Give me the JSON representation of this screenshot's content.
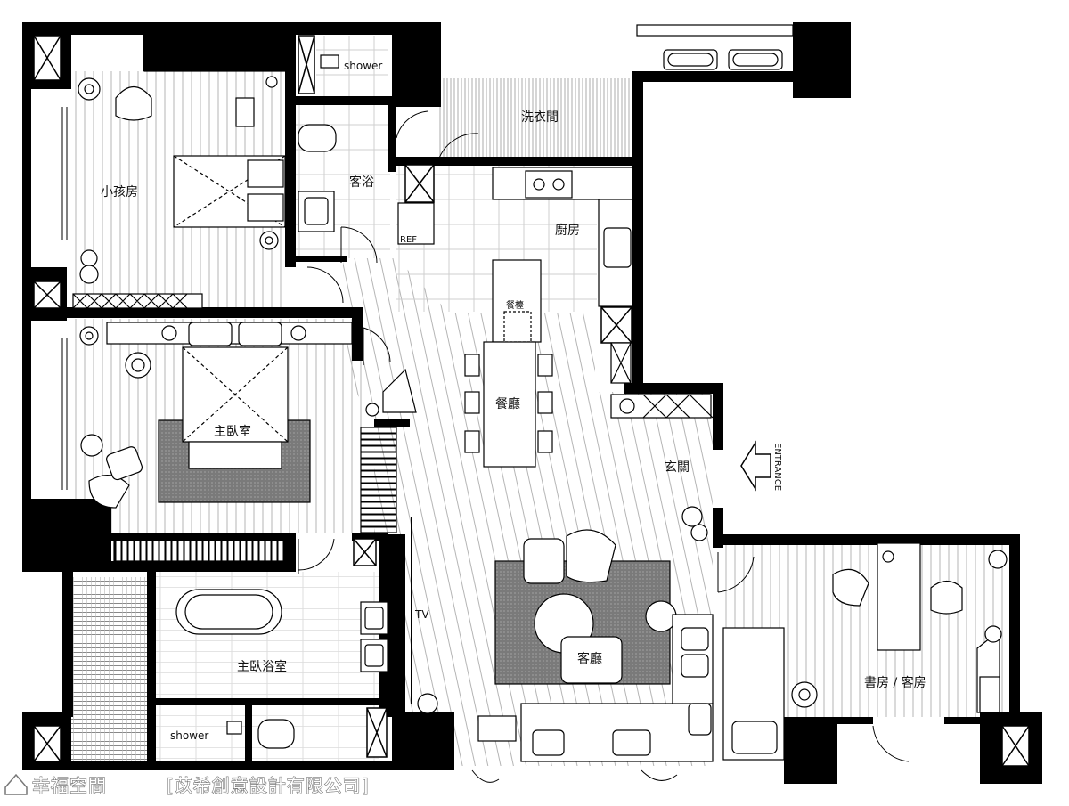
{
  "rooms": {
    "kids_room": "小孩房",
    "guest_bath": "客浴",
    "laundry": "洗衣間",
    "kitchen": "廚房",
    "refrigerator": "REF",
    "bar_counter": "餐檯",
    "dining": "餐廳",
    "master_bedroom": "主臥室",
    "foyer": "玄關",
    "entrance": "ENTRANCE",
    "tv": "TV",
    "master_bath": "主臥浴室",
    "living_room": "客廳",
    "study_guest": "書房 / 客房",
    "shower_top": "shower",
    "shower_bottom": "shower"
  },
  "watermark": {
    "brand": "幸福空間",
    "designer": "[苡希創意設計有限公司]"
  },
  "colors": {
    "wall": "#000000",
    "rug": "#7a7a7a",
    "tile": "#cfcfcf",
    "wood_stripe": "#b5b5b5"
  }
}
